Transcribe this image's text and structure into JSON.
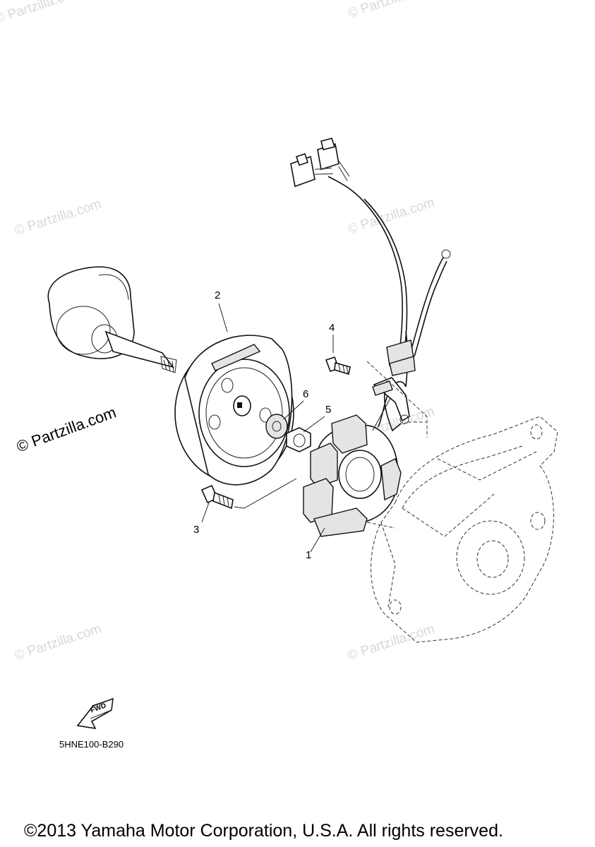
{
  "watermarks": {
    "small": "© Partzilla.com",
    "large": "© Partzilla.com"
  },
  "callouts": [
    "1",
    "2",
    "3",
    "4",
    "5",
    "6"
  ],
  "fwd_label": "FWD",
  "diagram_code": "5HNE100-B290",
  "copyright": "©2013 Yamaha Motor Corporation, U.S.A. All rights reserved."
}
